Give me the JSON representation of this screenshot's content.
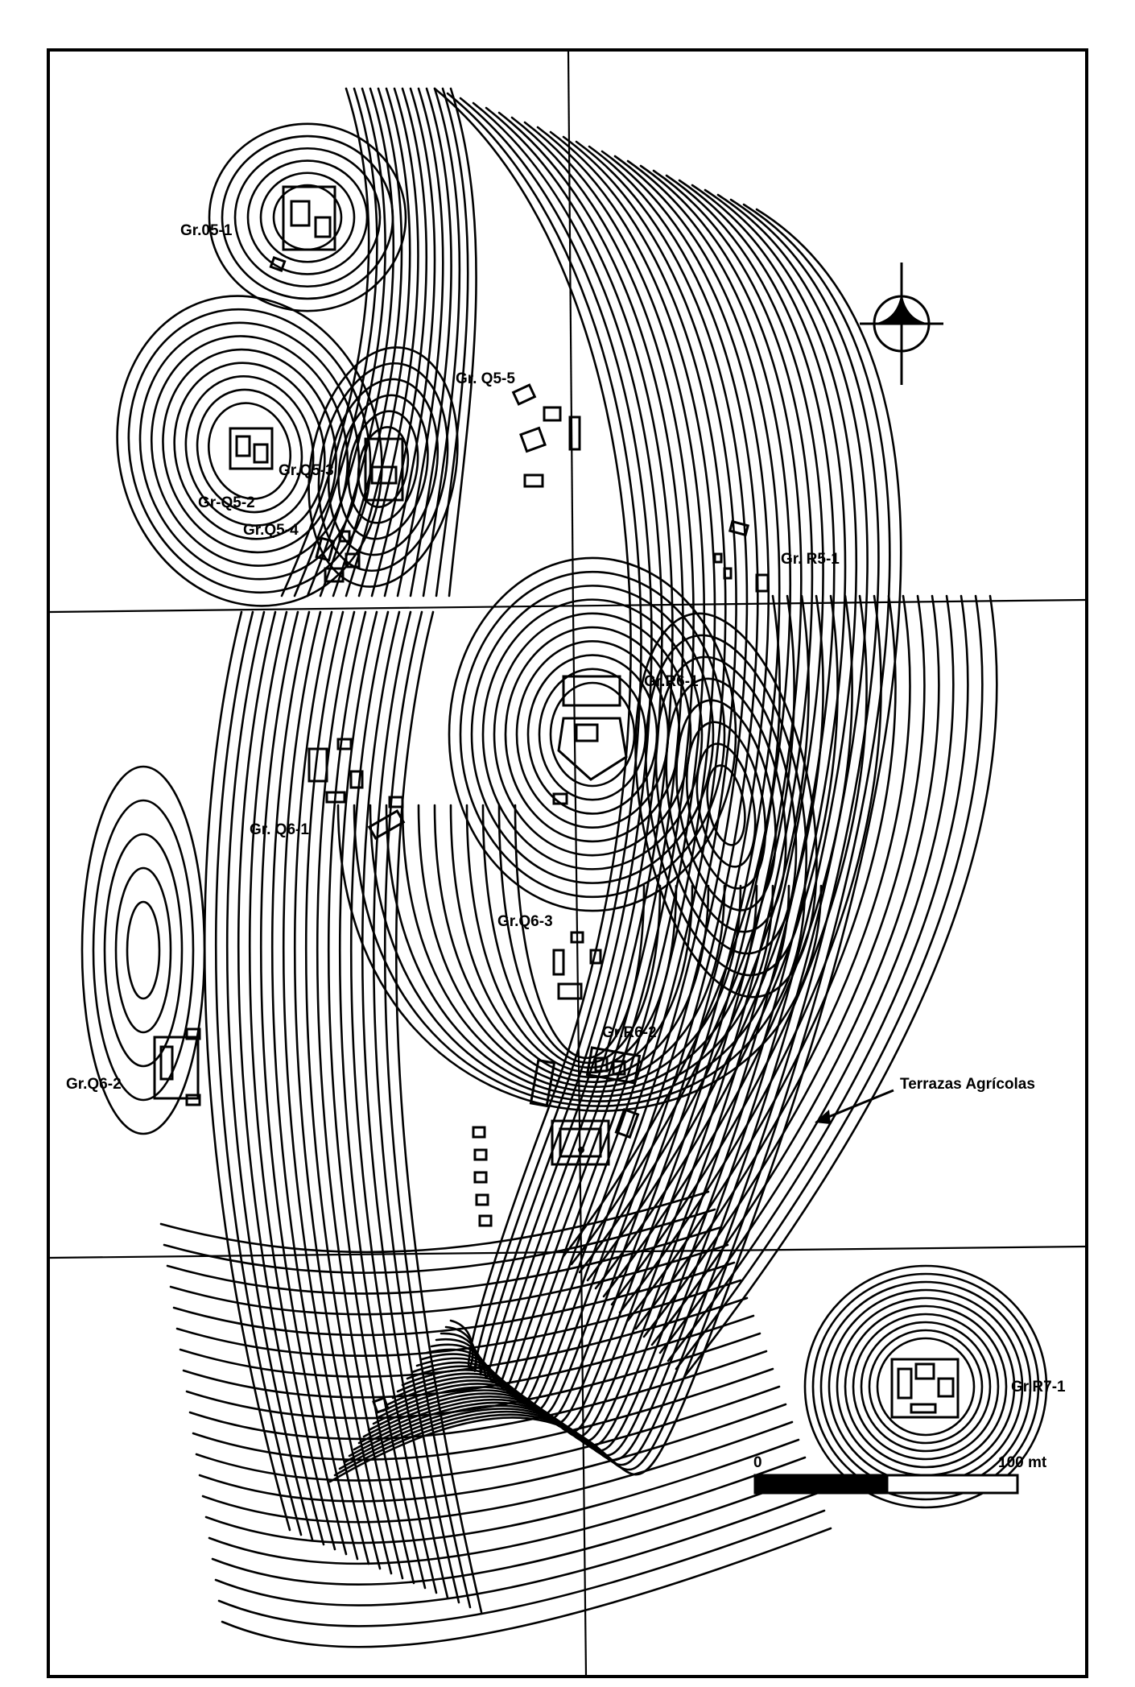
{
  "map": {
    "groups": [
      {
        "id": "gr-05-1",
        "label": "Gr.05-1"
      },
      {
        "id": "gr-q5-5",
        "label": "Gr. Q5-5"
      },
      {
        "id": "gr-q5-3",
        "label": "Gr.Q5-3"
      },
      {
        "id": "gr-q5-2",
        "label": "Gr-Q5-2"
      },
      {
        "id": "gr-q5-4",
        "label": "Gr.Q5-4"
      },
      {
        "id": "gr-r5-1",
        "label": "Gr. R5-1"
      },
      {
        "id": "gr-r6-1",
        "label": "Gr.R6-1"
      },
      {
        "id": "gr-q6-1",
        "label": "Gr. Q6-1"
      },
      {
        "id": "gr-q6-3",
        "label": "Gr.Q6-3"
      },
      {
        "id": "gr-r6-2",
        "label": "Gr.R6-2"
      },
      {
        "id": "gr-q6-2",
        "label": "Gr.Q6-2"
      },
      {
        "id": "gr-r7-1",
        "label": "Gr.R7-1"
      }
    ],
    "annotation": {
      "label": "Terrazas Agrícolas"
    },
    "north_arrow": {
      "icon": "north-arrow-icon"
    },
    "scale_bar": {
      "start_label": "0",
      "end_label": "100 mt",
      "end_value": 100,
      "unit": "mt"
    },
    "colors": {
      "ink": "#000000",
      "paper": "#ffffff"
    }
  }
}
